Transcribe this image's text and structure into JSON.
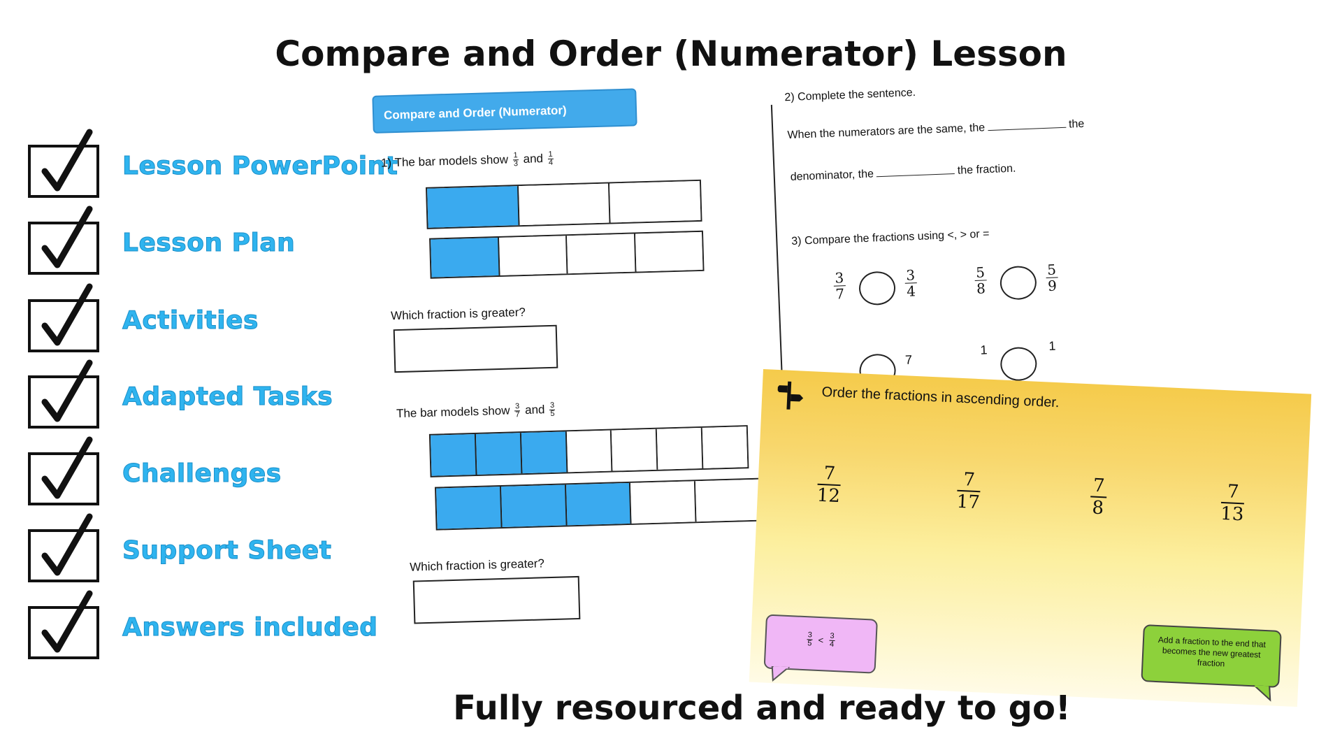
{
  "title": "Compare and Order (Numerator) Lesson",
  "footer": "Fully resourced and ready to go!",
  "accent_color": "#2fb4ef",
  "bar_fill_color": "#3aaaef",
  "checklist": [
    {
      "label": "Lesson PowerPoint",
      "icon": "checkmark-icon"
    },
    {
      "label": "Lesson Plan",
      "icon": "checkmark-icon"
    },
    {
      "label": "Activities",
      "icon": "checkmark-icon"
    },
    {
      "label": "Adapted Tasks",
      "icon": "checkmark-icon"
    },
    {
      "label": "Challenges",
      "icon": "checkmark-icon"
    },
    {
      "label": "Support Sheet",
      "icon": "checkmark-icon"
    },
    {
      "label": "Answers included",
      "icon": "checkmark-icon"
    }
  ],
  "worksheet1": {
    "header": "Compare and Order (Numerator)",
    "q1_text": "1) The bar models show",
    "q1_frac_a": {
      "num": "1",
      "den": "3"
    },
    "q1_and": "and",
    "q1_frac_b": {
      "num": "1",
      "den": "4"
    },
    "q1_bars": [
      {
        "cells": 3,
        "filled": 1
      },
      {
        "cells": 4,
        "filled": 1
      }
    ],
    "q1_question": "Which fraction is greater?",
    "q2_text": "The bar models show",
    "q2_frac_a": {
      "num": "3",
      "den": "7"
    },
    "q2_and": "and",
    "q2_frac_b": {
      "num": "3",
      "den": "5"
    },
    "q2_bars": [
      {
        "cells": 7,
        "filled": 3
      },
      {
        "cells": 5,
        "filled": 3
      }
    ],
    "q2_question": "Which fraction is greater?"
  },
  "worksheet2": {
    "q2_heading": "2) Complete the sentence.",
    "q2_line1_start": "When the numerators are the same, the",
    "q2_line1_end": "the",
    "q2_line2_start": "denominator, the",
    "q2_line2_end": "the fraction.",
    "q3_heading": "3) Compare the fractions using <, > or =",
    "pairs": [
      {
        "left": {
          "num": "3",
          "den": "7"
        },
        "right": {
          "num": "3",
          "den": "4"
        }
      },
      {
        "left": {
          "num": "5",
          "den": "8"
        },
        "right": {
          "num": "5",
          "den": "9"
        }
      }
    ],
    "partial": {
      "a": "7",
      "b": "1",
      "c": "1"
    }
  },
  "slide": {
    "title": "Order the fractions in ascending order.",
    "icon": "signpost-icon",
    "fractions": [
      {
        "num": "7",
        "den": "12"
      },
      {
        "num": "7",
        "den": "17"
      },
      {
        "num": "7",
        "den": "8"
      },
      {
        "num": "7",
        "den": "13"
      }
    ],
    "pink_bubble": {
      "left": {
        "num": "3",
        "den": "5"
      },
      "op": "<",
      "right": {
        "num": "3",
        "den": "4"
      }
    },
    "green_bubble": "Add a fraction to the end that becomes the new greatest fraction"
  }
}
